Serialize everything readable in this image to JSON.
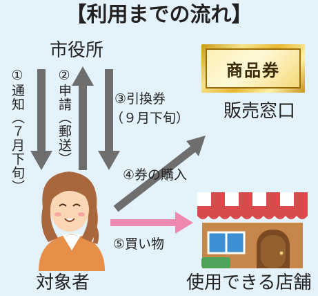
{
  "title": "【利用までの流れ】",
  "city_hall": "市役所",
  "ticket_text": "商品券",
  "sales_counter": "販売窓口",
  "subject": "対象者",
  "shop": "使用できる店舗",
  "steps": {
    "notice": "①通知",
    "notice_month": "（７月下旬）",
    "apply": "②申請",
    "apply_method": "（郵送）",
    "exchange": "③引換券",
    "exchange_month": "（９月下旬）",
    "purchase": "④券の購入",
    "buy": "⑤買い物"
  },
  "colors": {
    "gray_arrow": "#6e6e6e",
    "pink_arrow": "#ee88b0",
    "background": "#e4f2fb"
  }
}
